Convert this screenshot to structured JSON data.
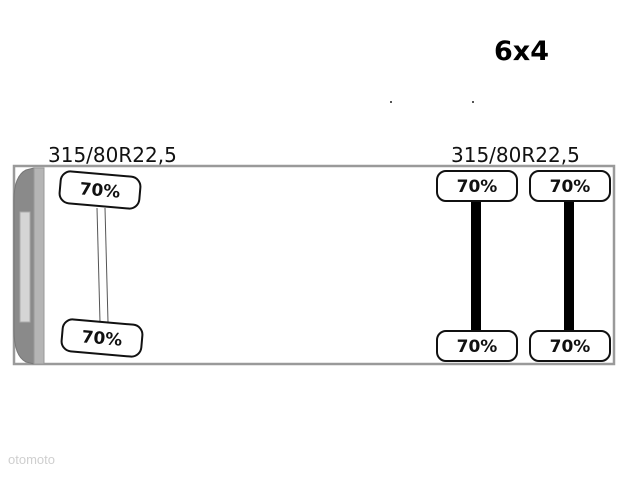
{
  "vehicle": {
    "axle_configuration": "6x4",
    "front_tire_size": "315/80R22,5",
    "rear_tire_size": "315/80R22,5"
  },
  "tires": {
    "front_left": "70%",
    "front_right": "70%",
    "rear1_left": "70%",
    "rear1_right": "70%",
    "rear2_left": "70%",
    "rear2_right": "70%"
  },
  "watermark": "otomoto"
}
